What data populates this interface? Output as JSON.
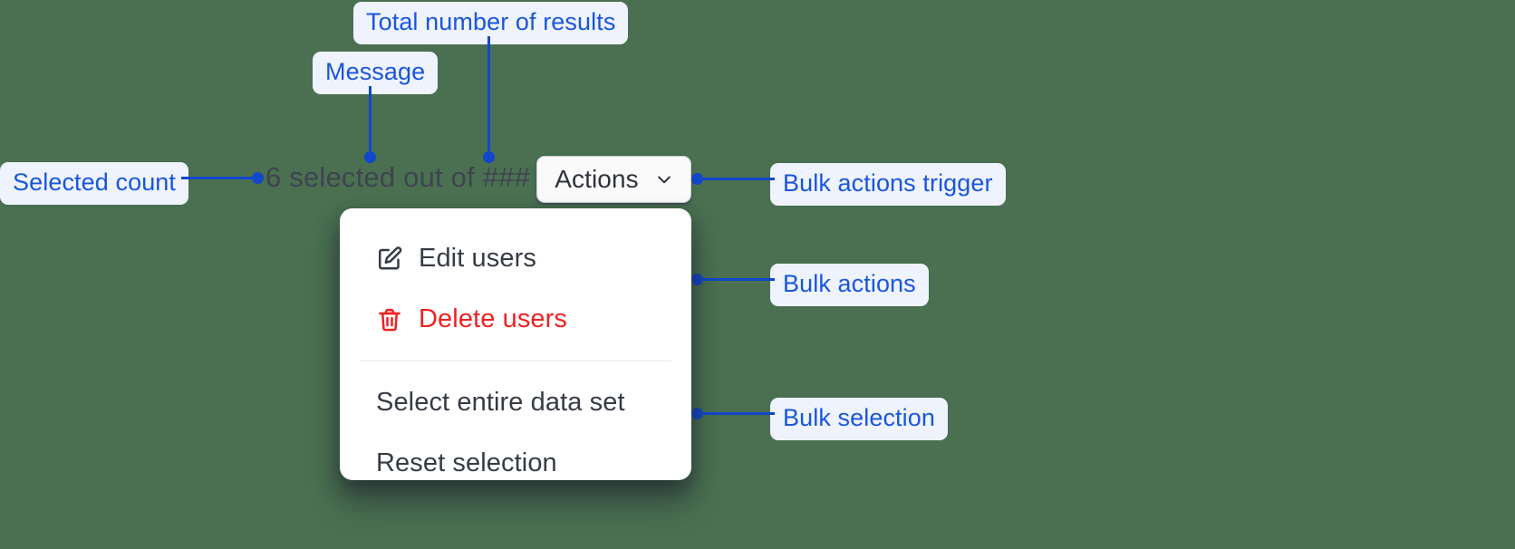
{
  "page": {
    "background_color": "#4a7051",
    "accent_color": "#1247cc",
    "callout_bg": "#eef3fe",
    "danger_color": "#ee2222"
  },
  "annotations": [
    {
      "id": "total-results",
      "label": "Total number of results"
    },
    {
      "id": "message",
      "label": "Message"
    },
    {
      "id": "selected-count",
      "label": "Selected count"
    },
    {
      "id": "bulk-trigger",
      "label": "Bulk actions trigger"
    },
    {
      "id": "bulk-actions",
      "label": "Bulk actions"
    },
    {
      "id": "bulk-selection",
      "label": "Bulk selection"
    }
  ],
  "bulk_bar": {
    "status_text": "6 selected out of ###",
    "selected_number": "6",
    "message_text": "selected out of",
    "total_results_placeholder": "###",
    "trigger": {
      "label": "Actions",
      "icon": "chevron-down-icon",
      "expanded": "true"
    }
  },
  "menu": {
    "groups": [
      {
        "name": "bulk-actions",
        "items": [
          {
            "label": "Edit users",
            "icon": "edit-pencil-icon",
            "tone": "default"
          },
          {
            "label": "Delete users",
            "icon": "trash-icon",
            "tone": "danger"
          }
        ]
      },
      {
        "name": "bulk-selection",
        "items": [
          {
            "label": "Select entire data set",
            "icon": "none",
            "tone": "default"
          },
          {
            "label": "Reset selection",
            "icon": "none",
            "tone": "default"
          }
        ]
      }
    ]
  }
}
